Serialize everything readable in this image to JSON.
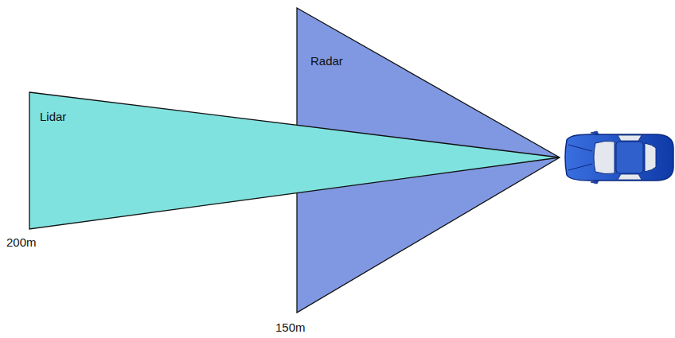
{
  "diagram": {
    "nodes": [
      {
        "text": [
          "Radar"
        ]
      },
      {
        "text": [
          "Lidar"
        ]
      }
    ],
    "labels": [
      "200m",
      "150m"
    ]
  }
}
